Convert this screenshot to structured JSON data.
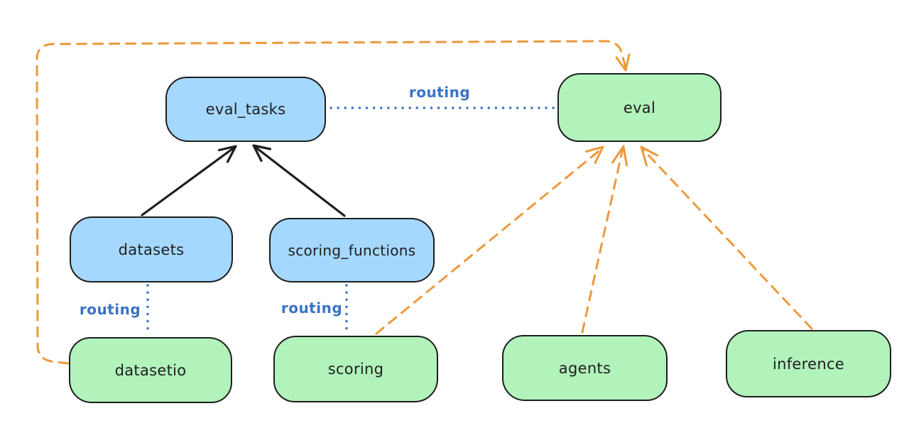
{
  "diagram": {
    "type": "flow-diagram",
    "background": "#ffffff",
    "colors": {
      "node_stroke": "#1e1e1e",
      "blue_node_fill": "#a5d8ff",
      "green_node_fill": "#b2f2bb",
      "routing_blue": "#3a73c4",
      "solid_arrow_black": "#1e1e1e",
      "dashed_arrow_orange": "#ec993c"
    },
    "nodes": {
      "eval_tasks": {
        "label": "eval_tasks",
        "kind": "blue"
      },
      "eval": {
        "label": "eval",
        "kind": "green"
      },
      "datasets": {
        "label": "datasets",
        "kind": "blue"
      },
      "scoring_functions": {
        "label": "scoring_functions",
        "kind": "blue"
      },
      "datasetio": {
        "label": "datasetio",
        "kind": "green"
      },
      "scoring": {
        "label": "scoring",
        "kind": "green"
      },
      "agents": {
        "label": "agents",
        "kind": "green"
      },
      "inference": {
        "label": "inference",
        "kind": "green"
      }
    },
    "edges": [
      {
        "from": "datasets",
        "to": "eval_tasks",
        "style": "solid",
        "color": "black",
        "arrow": true
      },
      {
        "from": "scoring_functions",
        "to": "eval_tasks",
        "style": "solid",
        "color": "black",
        "arrow": true
      },
      {
        "from": "eval_tasks",
        "to": "eval",
        "style": "dotted",
        "color": "blue",
        "arrow": false,
        "label": "routing"
      },
      {
        "from": "datasets",
        "to": "datasetio",
        "style": "dotted",
        "color": "blue",
        "arrow": false,
        "label": "routing"
      },
      {
        "from": "scoring_functions",
        "to": "scoring",
        "style": "dotted",
        "color": "blue",
        "arrow": false,
        "label": "routing"
      },
      {
        "from": "datasetio",
        "to": "eval",
        "style": "dashed",
        "color": "orange",
        "arrow": true,
        "route": "around-left-and-top"
      },
      {
        "from": "scoring",
        "to": "eval",
        "style": "dashed",
        "color": "orange",
        "arrow": true
      },
      {
        "from": "agents",
        "to": "eval",
        "style": "dashed",
        "color": "orange",
        "arrow": true
      },
      {
        "from": "inference",
        "to": "eval",
        "style": "dashed",
        "color": "orange",
        "arrow": true
      }
    ],
    "edge_labels": {
      "eval_tasks_eval": "routing",
      "datasets_datasetio": "routing",
      "scoring_functions_scoring": "routing"
    }
  }
}
